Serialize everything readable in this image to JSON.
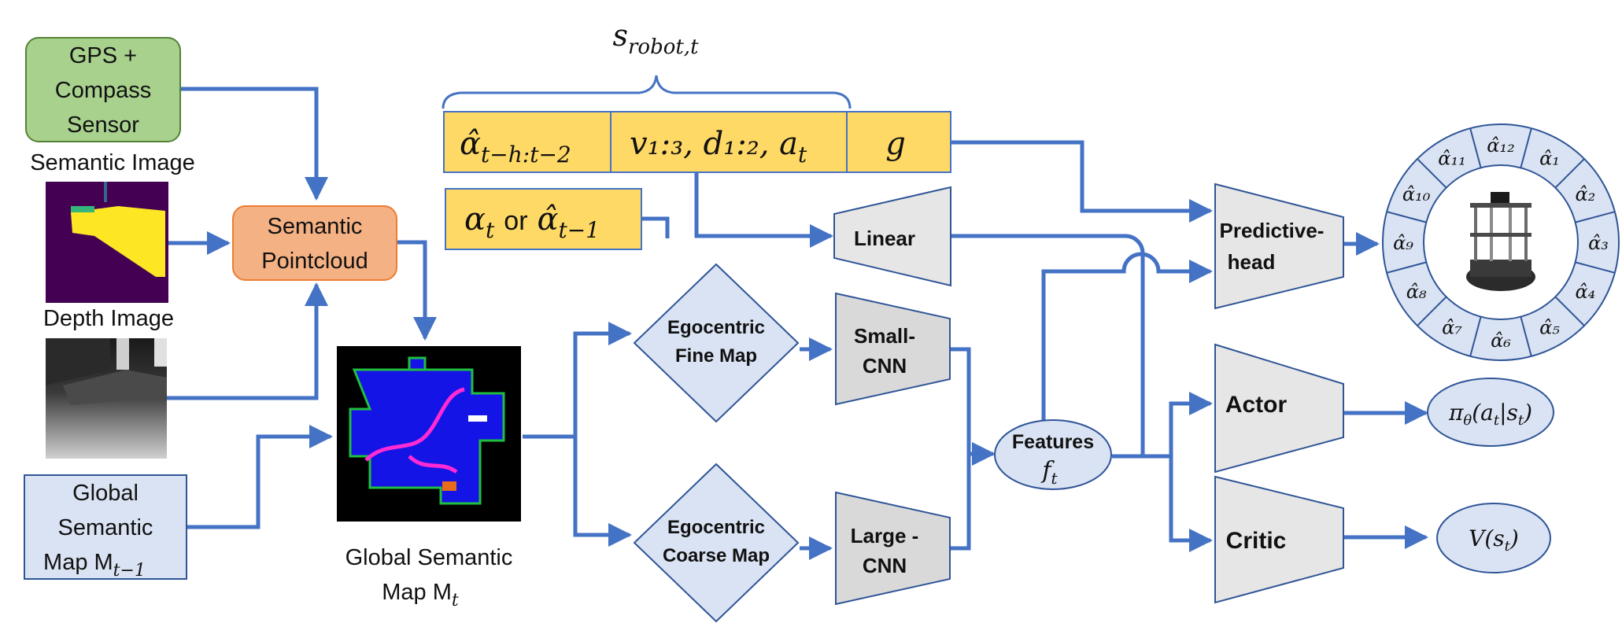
{
  "colors": {
    "arrow": "#4472C4",
    "green_box": "#A9D18E",
    "orange_box": "#F4B183",
    "blue_box": "#DAE3F3",
    "yellow_box": "#FFD966",
    "gray_block": "#E7E6E6"
  },
  "inputs": {
    "gps_sensor": [
      "GPS +",
      "Compass",
      "Sensor"
    ],
    "semantic_image_label": "Semantic Image",
    "depth_image_label": "Depth Image",
    "global_map_prev": [
      "Global",
      "Semantic",
      "Map M"
    ],
    "global_map_prev_sub": "t−1"
  },
  "pointcloud": [
    "Semantic",
    "Pointcloud"
  ],
  "global_map_label": [
    "Global Semantic",
    "Map M"
  ],
  "global_map_label_sub": "t",
  "state": {
    "brace_label": "s",
    "brace_sub": "robot,t",
    "cell1": "α̂",
    "cell1_sub": "t−h:t−2",
    "cell2": "v₁:₃, d₁:₂, a",
    "cell2_sub": "t",
    "cell3": "g",
    "prev_action_a": "α",
    "prev_action_a_sub": "t",
    "prev_action_or": "or",
    "prev_action_b": "α̂",
    "prev_action_b_sub": "t−1"
  },
  "blocks": {
    "fine_map": [
      "Egocentric",
      "Fine Map"
    ],
    "coarse_map": [
      "Egocentric",
      "Coarse Map"
    ],
    "small_cnn": [
      "Small-",
      "CNN"
    ],
    "large_cnn": [
      "Large -",
      "CNN"
    ],
    "linear": "Linear",
    "features": "Features",
    "features_sym": "f",
    "features_sub": "t",
    "predictive_head": [
      "Predictive-",
      "head"
    ],
    "actor": "Actor",
    "critic": "Critic"
  },
  "outputs": {
    "policy": "π",
    "policy_sub": "θ",
    "policy_rest": "(a",
    "policy_rest2": "|s",
    "value": "V(s",
    "value_sub": "t"
  },
  "ring_labels": [
    "α̂₁",
    "α̂₂",
    "α̂₃",
    "α̂₄",
    "α̂₅",
    "α̂₆",
    "α̂₇",
    "α̂₈",
    "α̂₉",
    "α̂₁₀",
    "α̂₁₁",
    "α̂₁₂"
  ]
}
